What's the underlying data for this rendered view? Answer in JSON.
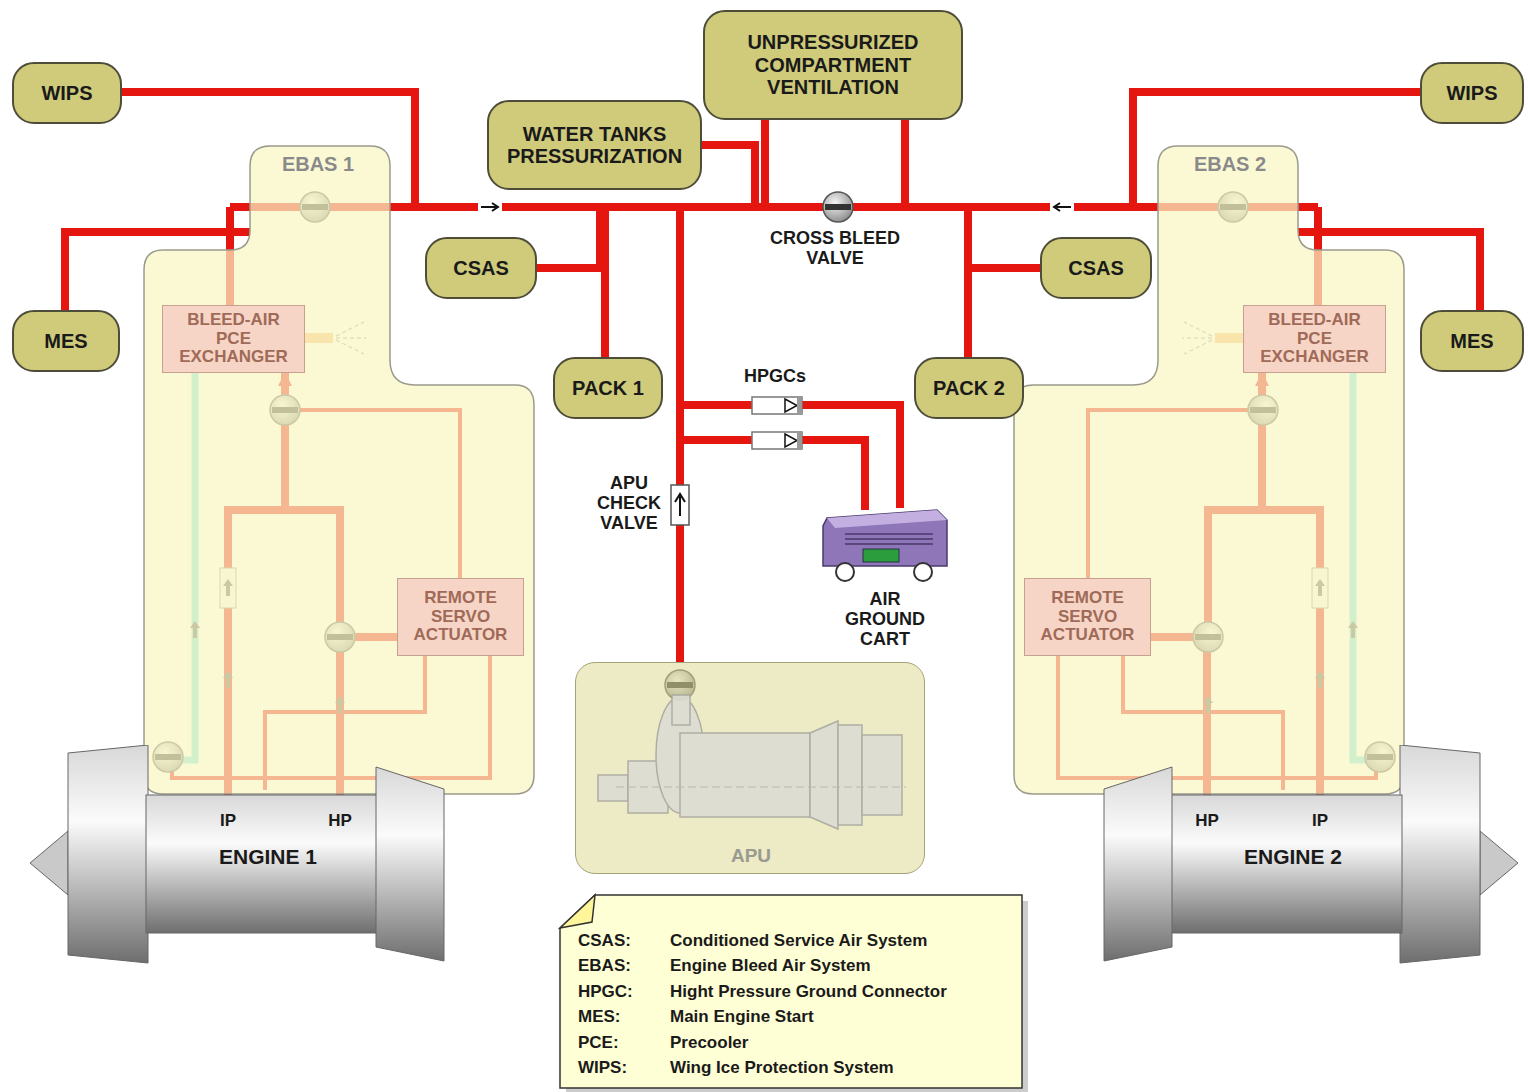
{
  "diagram": {
    "nodes": [
      {
        "text": [
          "WIPS"
        ]
      },
      {
        "text": [
          "UNPRESSURIZED COMPARTMENT VENTILATION"
        ]
      },
      {
        "text": [
          "WIPS"
        ]
      },
      {
        "text": [
          "WATER TANKS PRESSURIZATION"
        ]
      },
      {
        "text": [
          "EBAS 1"
        ]
      },
      {
        "text": [
          "BLEED-AIR PCE EXCHANGER"
        ],
        "in": 4
      },
      {
        "text": [
          "REMOTE SERVO ACTUATOR"
        ],
        "in": 4
      },
      {
        "text": [
          "EBAS 2"
        ]
      },
      {
        "text": [
          "BLEED-AIR PCE EXCHANGER"
        ],
        "in": 7
      },
      {
        "text": [
          "REMOTE SERVO ACTUATOR"
        ],
        "in": 7
      },
      {
        "text": [
          "MES"
        ]
      },
      {
        "text": [
          "CSAS"
        ]
      },
      {
        "text": [
          "CSAS"
        ]
      },
      {
        "text": [
          "MES"
        ]
      },
      {
        "text": [
          "PACK 1"
        ]
      },
      {
        "text": [
          "PACK 2"
        ]
      },
      {
        "text": [
          "ENGINE 1"
        ]
      },
      {
        "text": [
          "APU"
        ]
      },
      {
        "text": [
          "ENGINE 2"
        ]
      },
      {
        "text": [
          "AIR GROUND CART"
        ]
      }
    ],
    "edges": [
      {
        "from": 4,
        "to": 0,
        "arrow": "none"
      },
      {
        "from": 4,
        "to": 10,
        "arrow": "none"
      },
      {
        "from": 4,
        "to": 11,
        "arrow": "none"
      },
      {
        "from": 4,
        "to": 14,
        "arrow": "none"
      },
      {
        "from": 4,
        "to": 3,
        "arrow": "none"
      },
      {
        "from": 4,
        "to": 1,
        "arrow": "none"
      },
      {
        "from": 7,
        "to": 2,
        "arrow": "none"
      },
      {
        "from": 7,
        "to": 13,
        "arrow": "none"
      },
      {
        "from": 7,
        "to": 12,
        "arrow": "none"
      },
      {
        "from": 7,
        "to": 15,
        "arrow": "none"
      },
      {
        "from": 7,
        "to": 1,
        "arrow": "none"
      },
      {
        "from": 16,
        "to": 5,
        "arrow": "to"
      },
      {
        "from": 16,
        "to": 6,
        "arrow": "none"
      },
      {
        "from": 18,
        "to": 8,
        "arrow": "to"
      },
      {
        "from": 18,
        "to": 9,
        "arrow": "none"
      },
      {
        "from": 17,
        "to": 14,
        "arrow": "none"
      },
      {
        "from": 17,
        "to": 15,
        "arrow": "none"
      },
      {
        "from": 19,
        "to": 17,
        "arrow": "none"
      }
    ],
    "labels": [
      "CROSS BLEED VALVE",
      "HPGCs",
      "APU CHECK VALVE",
      "IP",
      "HP",
      "HP",
      "IP",
      "CSAS:",
      "Conditioned Service Air System",
      "EBAS:",
      "Engine Bleed Air System",
      "HPGC:",
      "Hight Pressure Ground Connector",
      "MES:",
      "Main Engine Start",
      "PCE:",
      "Precooler",
      "WIPS:",
      "Wing Ice Protection System"
    ]
  }
}
